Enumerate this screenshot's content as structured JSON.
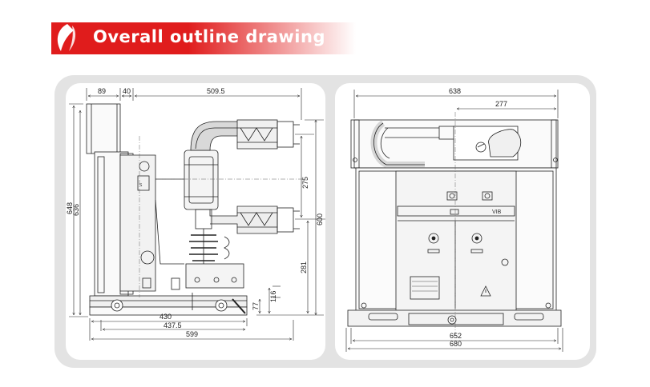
{
  "header": {
    "title": "Overall outline drawing",
    "accent_color": "#e01c1c"
  },
  "side_view": {
    "dimensions": {
      "d89": "89",
      "d40": "40",
      "d509_5": "509.5",
      "d648": "648",
      "d636": "636",
      "d275": "275",
      "d600": "600",
      "d281": "281",
      "d116": "116",
      "d77": "77",
      "d430": "430",
      "d437_5": "437.5",
      "d599": "599"
    }
  },
  "front_view": {
    "dimensions": {
      "d638": "638",
      "d277": "277",
      "d652": "652",
      "d680": "680"
    },
    "nameplate": "VIB"
  }
}
